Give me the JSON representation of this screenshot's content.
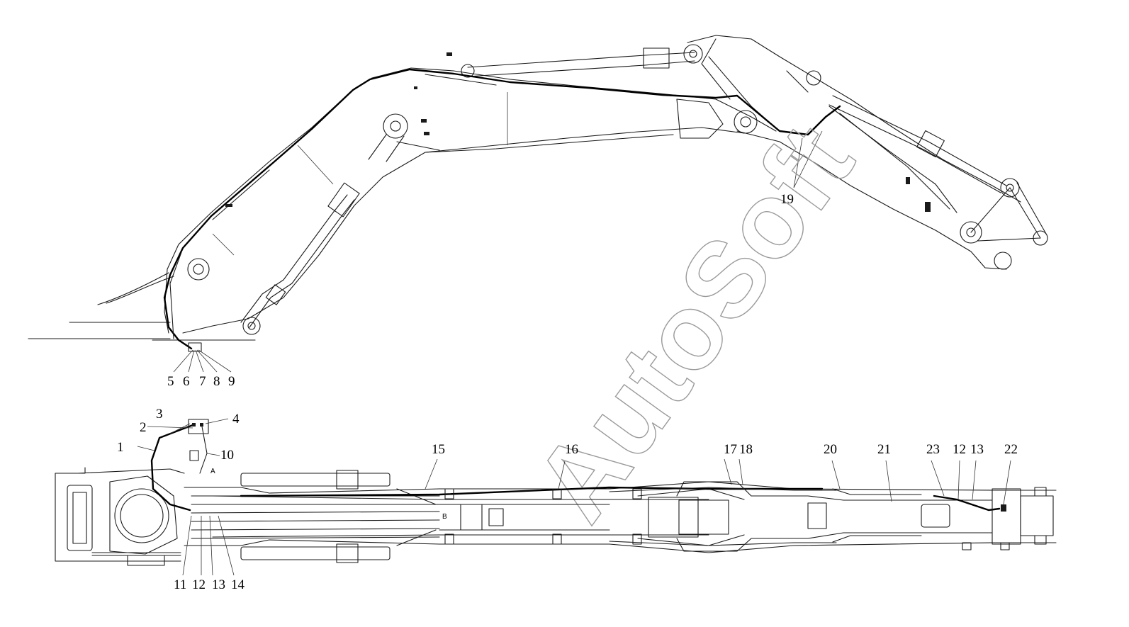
{
  "watermark": "AutoSoft",
  "view_label_a": "A",
  "view_label_b": "B",
  "callouts": {
    "c1": "1",
    "c2": "2",
    "c3": "3",
    "c4": "4",
    "c5": "5",
    "c6": "6",
    "c7": "7",
    "c8": "8",
    "c9": "9",
    "c10": "10",
    "c11": "11",
    "c12a": "12",
    "c13a": "13",
    "c14": "14",
    "c15": "15",
    "c16": "16",
    "c17": "17",
    "c18": "18",
    "c19": "19",
    "c20": "20",
    "c21": "21",
    "c22": "22",
    "c23": "23",
    "c12b": "12",
    "c13b": "13"
  }
}
